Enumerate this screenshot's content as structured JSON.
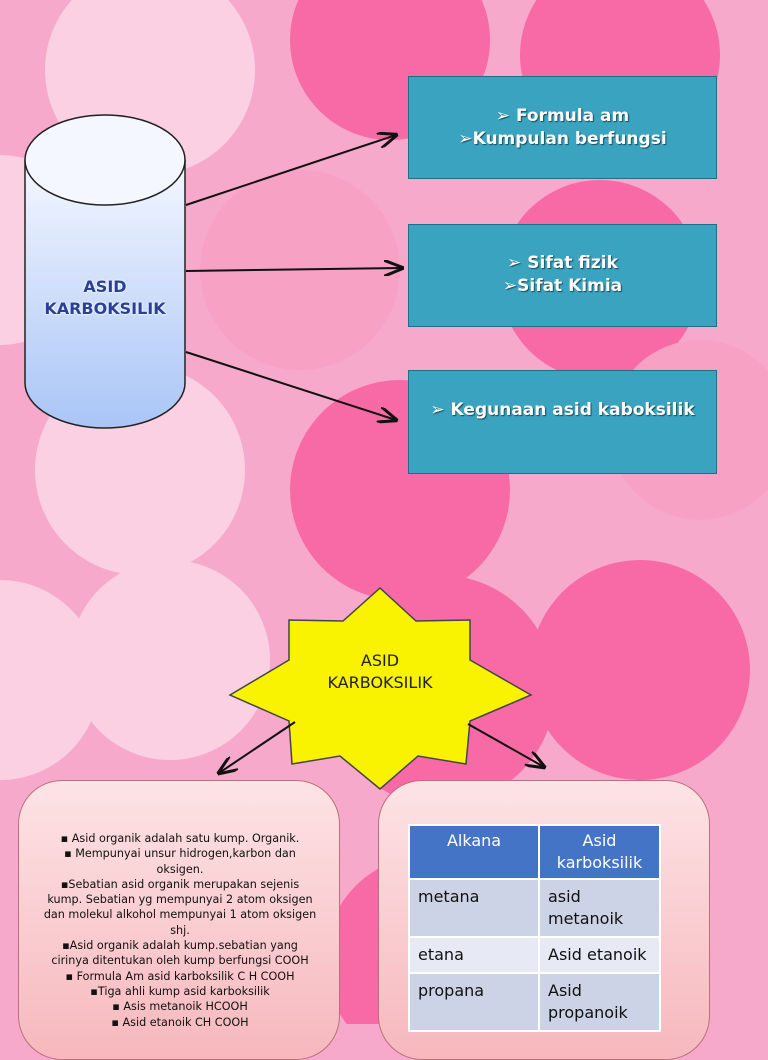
{
  "top": {
    "cylinder_label": [
      "ASID",
      "KARBOKSILIK"
    ],
    "boxes": [
      {
        "lines": [
          "➢ Formula am",
          "➢Kumpulan berfungsi"
        ]
      },
      {
        "lines": [
          "➢ Sifat fizik",
          "➢Sifat Kimia"
        ]
      },
      {
        "lines": [
          "➢ Kegunaan asid kaboksilik"
        ]
      }
    ]
  },
  "star": {
    "lines": [
      "ASID",
      "KARBOKSILIK"
    ]
  },
  "left_panel": {
    "lines": [
      "▪ Asid organik adalah satu kump. Organik.",
      "▪ Mempunyai unsur hidrogen,karbon dan",
      "oksigen.",
      "▪Sebatian asid organik merupakan sejenis",
      "kump. Sebatian yg mempunyai 2 atom oksigen",
      "dan molekul alkohol mempunyai 1 atom oksigen",
      "shj.",
      "▪Asid organik adalah kump.sebatian yang",
      "cirinya ditentukan oleh kump berfungsi COOH",
      "▪ Formula Am asid karboksilik C  H    COOH",
      "▪Tiga ahli kump asid karboksilik",
      "▪ Asis metanoik HCOOH",
      "▪ Asid etanoik CH COOH"
    ]
  },
  "table": {
    "headers": [
      "Alkana",
      "Asid karboksilik"
    ],
    "rows": [
      [
        "metana",
        "asid metanoik"
      ],
      [
        "etana",
        "Asid etanoik"
      ],
      [
        "propana",
        "Asid propanoik"
      ]
    ]
  },
  "colors": {
    "background": "#f7a9cc",
    "box_fill": "#3aa3bf",
    "star_fill": "#f9f200",
    "table_header": "#4474c6"
  }
}
